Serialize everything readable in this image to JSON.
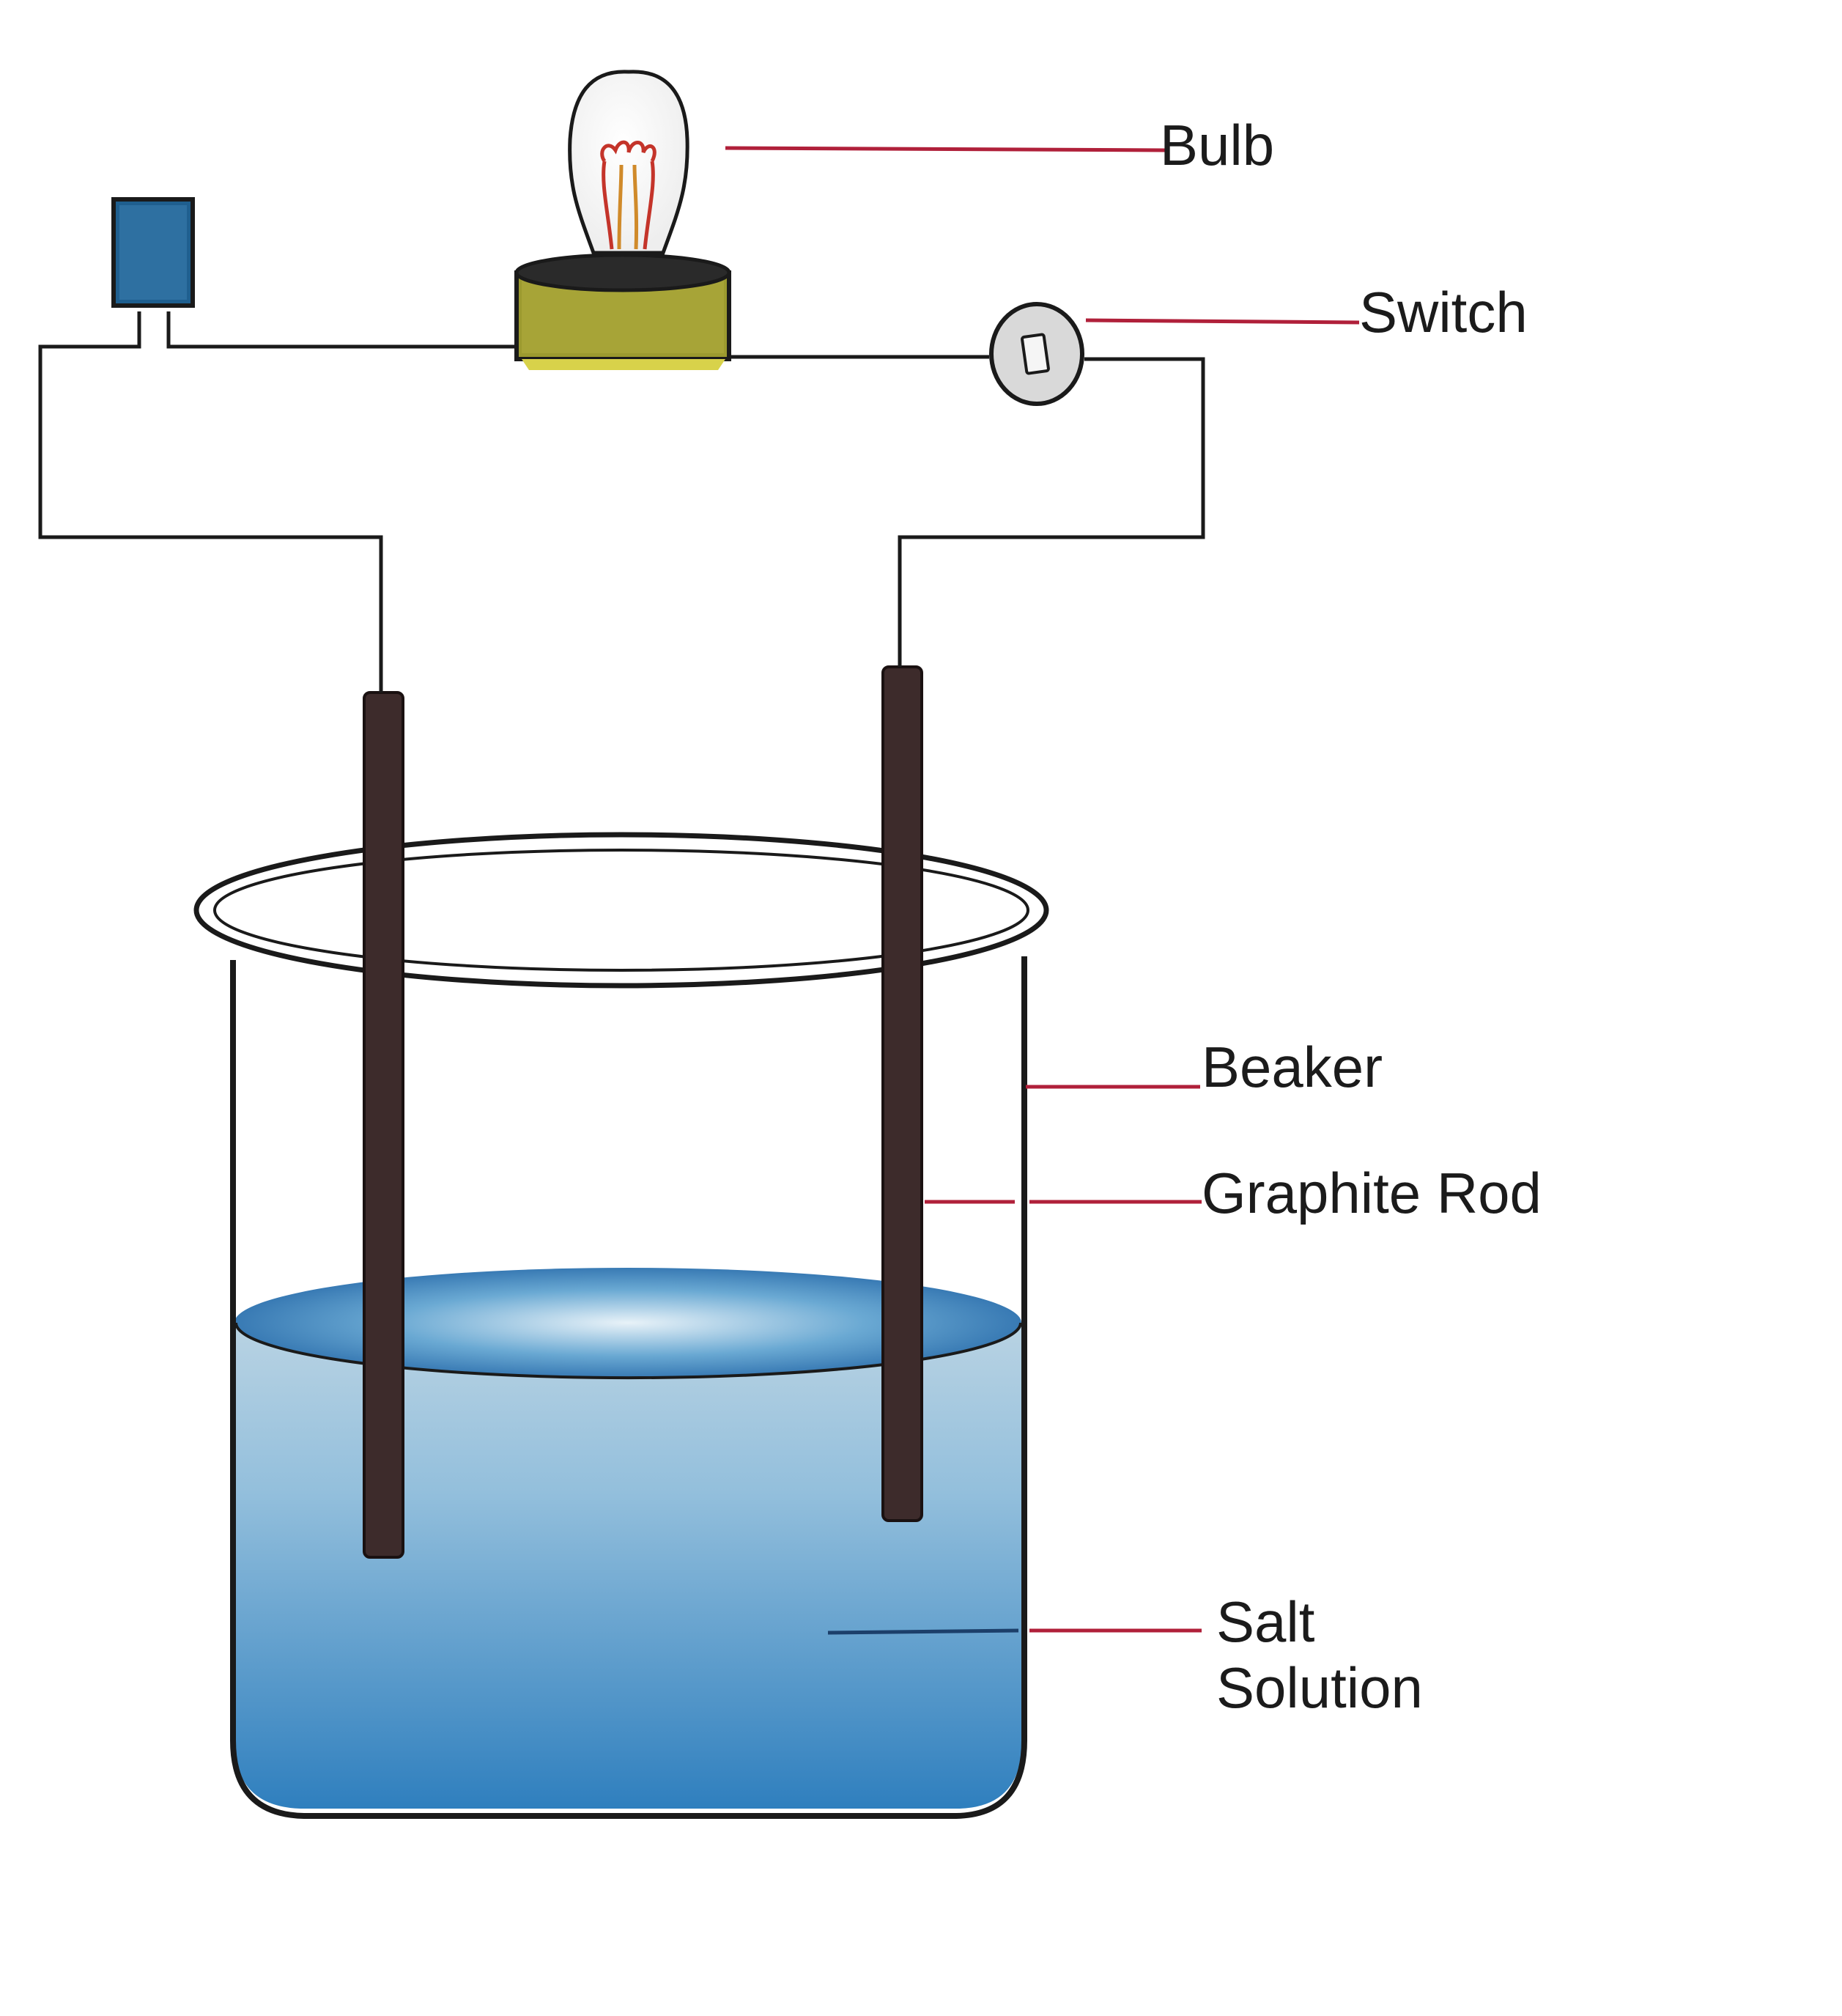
{
  "labels": {
    "bulb": "Bulb",
    "switch": "Switch",
    "beaker": "Beaker",
    "graphite_rod": "Graphite Rod",
    "salt_solution_line1": "Salt",
    "salt_solution_line2": "Solution"
  },
  "colors": {
    "wire": "#1a1a1a",
    "leader_line": "#b0203a",
    "battery": "#1f5f8f",
    "bulb_base": "#9c9a2f",
    "graphite_rod": "#3d2b2b",
    "solution_surface": "#2e7fb8",
    "solution_body": "#3f8fc4"
  }
}
